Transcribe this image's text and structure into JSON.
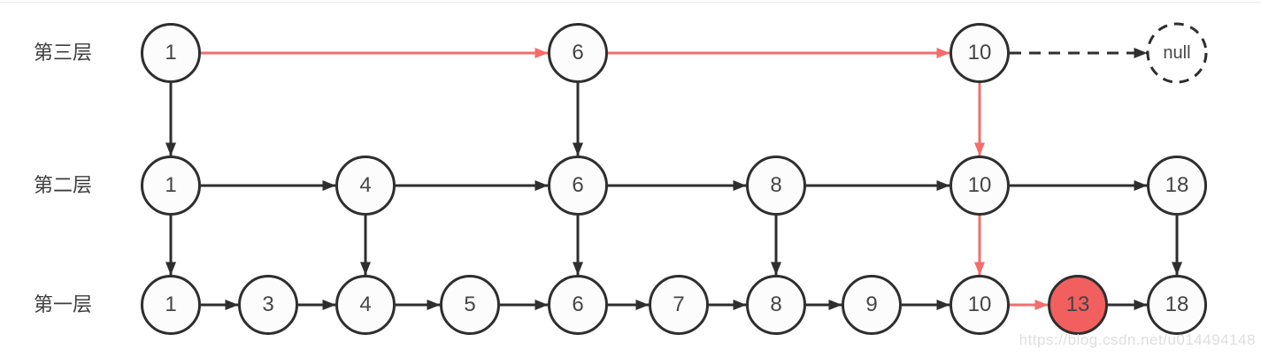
{
  "diagram_type": "skip-list",
  "levels": [
    {
      "label": "第三层",
      "nodes": [
        "1",
        "6",
        "10"
      ],
      "tail_label": "null"
    },
    {
      "label": "第二层",
      "nodes": [
        "1",
        "4",
        "6",
        "8",
        "10",
        "18"
      ]
    },
    {
      "label": "第一层",
      "nodes": [
        "1",
        "3",
        "4",
        "5",
        "6",
        "7",
        "8",
        "9",
        "10",
        "13",
        "18"
      ]
    }
  ],
  "highlight": {
    "highlighted_node": "13",
    "search_path_edges": [
      "L3:1→L3:6",
      "L3:6→L3:10",
      "L3:10↓L2:10",
      "L2:10↓L1:10",
      "L1:10→L1:13"
    ]
  },
  "colors": {
    "ink": "#2e2e2e",
    "accent": "#f56c6c",
    "node_fill": "#fcfcfc",
    "highlight_fill": "#f25f5f",
    "node_text": "#454545",
    "label_text": "#3d3d3d",
    "watermark_color": "#d9d9d9",
    "divider": "#ededed"
  },
  "watermark": {
    "text": "https://blog.csdn.net/u014494148"
  }
}
